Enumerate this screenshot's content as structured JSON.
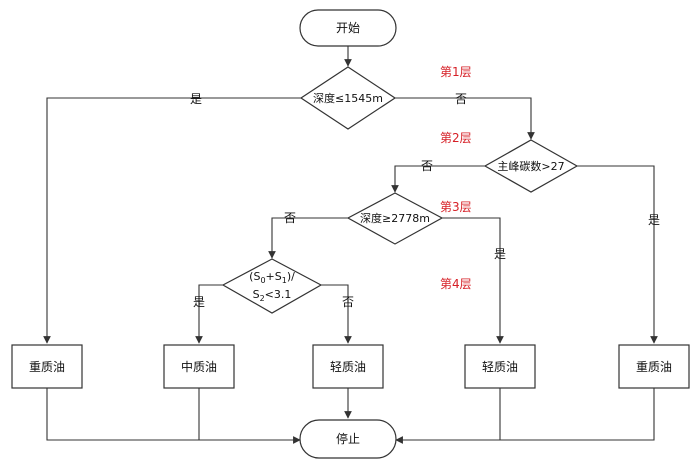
{
  "nodes": {
    "start": "开始",
    "cond_depth1": "深度≤1545m",
    "cond_peak": "主峰碳数>27",
    "cond_depth2": "深度≥2778m",
    "cond_ratio_line1": "(S",
    "cond_ratio_sub1": "0",
    "cond_ratio_mid": "+S",
    "cond_ratio_sub2": "1",
    "cond_ratio_end": ")/",
    "cond_ratio_line2a": "S",
    "cond_ratio_sub3": "2",
    "cond_ratio_line2b": "<3.1",
    "heavy_oil_left": "重质油",
    "medium_oil": "中质油",
    "light_oil_1": "轻质油",
    "light_oil_2": "轻质油",
    "heavy_oil_right": "重质油",
    "stop": "停止"
  },
  "edge_labels": {
    "yes_depth1": "是",
    "no_depth1": "否",
    "no_peak": "否",
    "yes_peak": "是",
    "no_depth2": "否",
    "yes_depth2": "是",
    "yes_ratio": "是",
    "no_ratio": "否"
  },
  "layers": {
    "layer1": "第1层",
    "layer2": "第2层",
    "layer3": "第3层",
    "layer4": "第4层"
  },
  "colors": {
    "layer_label": "#d61f26",
    "stroke": "#333333"
  }
}
